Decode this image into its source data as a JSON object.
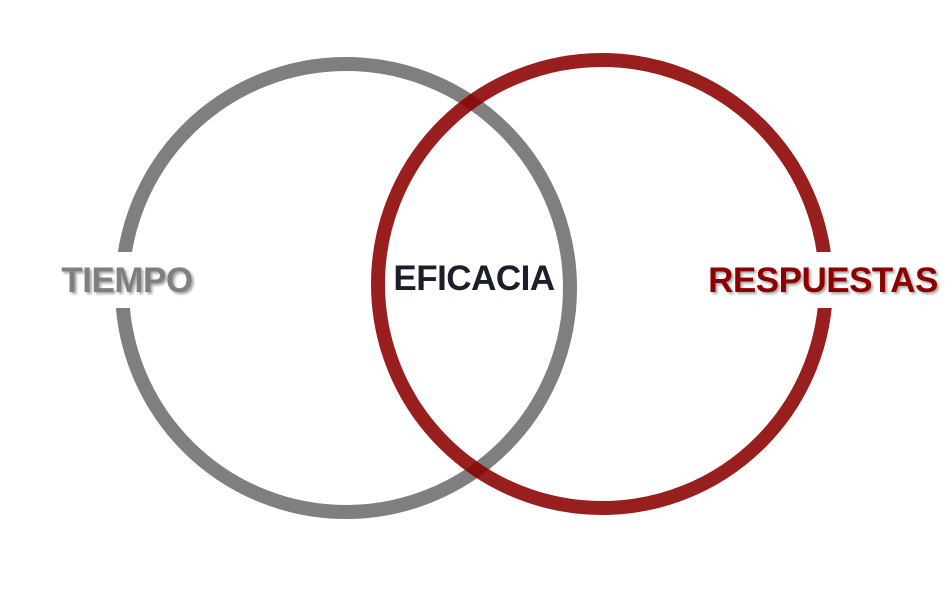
{
  "diagram": {
    "type": "venn",
    "sets": [
      {
        "label": "TIEMPO",
        "color": "#7f7f7f"
      },
      {
        "label": "RESPUESTAS",
        "color": "#8b0000"
      }
    ],
    "intersection": {
      "label": "EFICACIA",
      "color": "#1a1f2b"
    },
    "background": "#ffffff"
  }
}
